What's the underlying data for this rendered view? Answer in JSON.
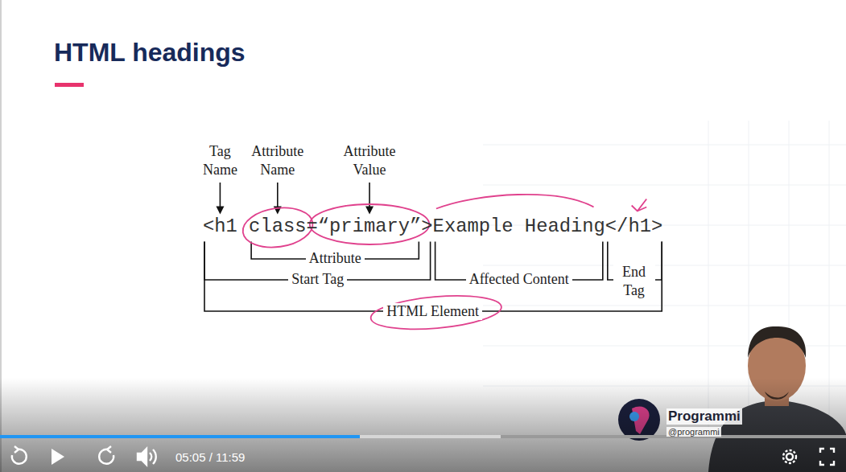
{
  "diagram": {
    "title": "HTML headings",
    "labels": [
      "Tag Name",
      "Attribute Name",
      "Attribute Value",
      "<h1 class=“primary”>Example Heading</h1>",
      "Attribute",
      "Start Tag",
      "Affected Content",
      "End Tag",
      "HTML Element",
      "05:05 / 11:59",
      "Programmi",
      "@programmi"
    ]
  }
}
